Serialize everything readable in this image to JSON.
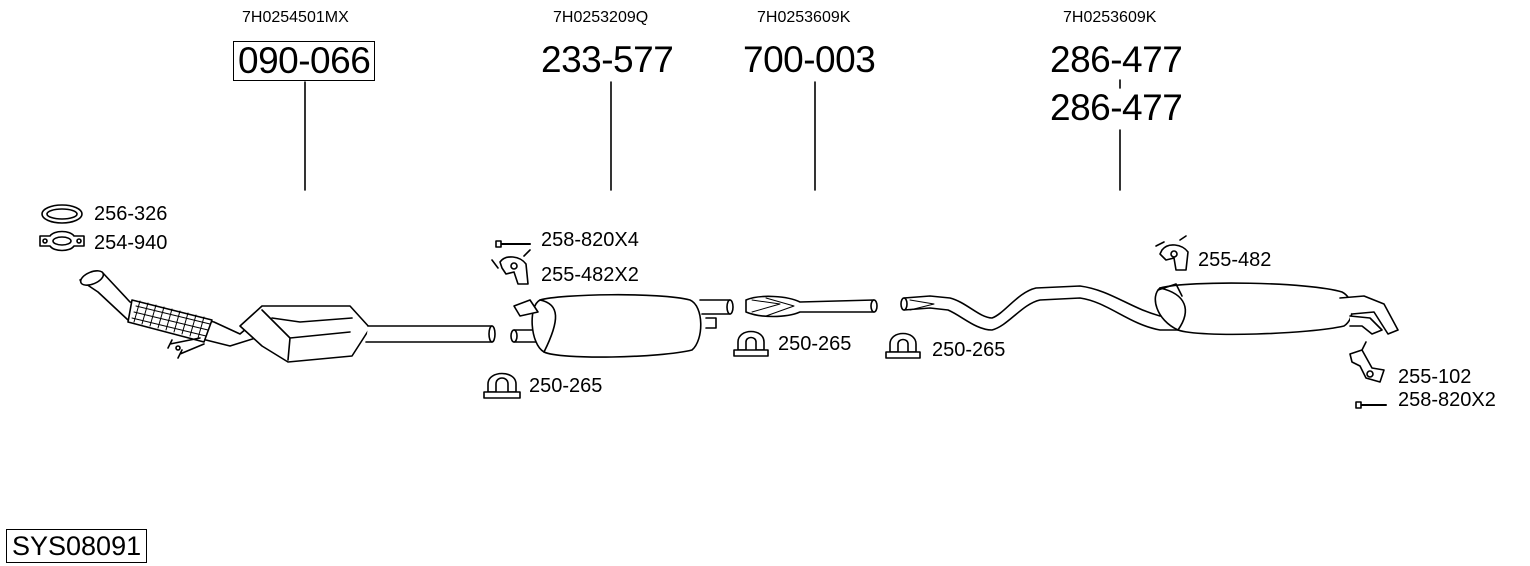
{
  "system_code": "SYS08091",
  "assemblies": [
    {
      "oem": "7H0254501MX",
      "parts": [
        "090-066"
      ],
      "boxed": true
    },
    {
      "oem": "7H0253209Q",
      "parts": [
        "233-577"
      ],
      "boxed": false
    },
    {
      "oem": "7H0253609K",
      "parts": [
        "700-003"
      ],
      "boxed": false
    },
    {
      "oem": "7H0253609K",
      "parts": [
        "286-477",
        "286-477"
      ],
      "boxed": false
    }
  ],
  "accessories": [
    {
      "part": "256-326",
      "icon": "gasket-ring-icon"
    },
    {
      "part": "254-940",
      "icon": "flange-clamp-icon"
    },
    {
      "part": "258-820X4",
      "icon": "bolt-icon"
    },
    {
      "part": "255-482X2",
      "icon": "rubber-hanger-icon"
    },
    {
      "part": "250-265",
      "icon": "u-clamp-icon"
    },
    {
      "part": "250-265",
      "icon": "u-clamp-icon"
    },
    {
      "part": "250-265",
      "icon": "u-clamp-icon"
    },
    {
      "part": "255-482",
      "icon": "rubber-hanger-icon"
    },
    {
      "part": "255-102",
      "icon": "bracket-hanger-icon"
    },
    {
      "part": "258-820X2",
      "icon": "bolt-icon"
    }
  ]
}
